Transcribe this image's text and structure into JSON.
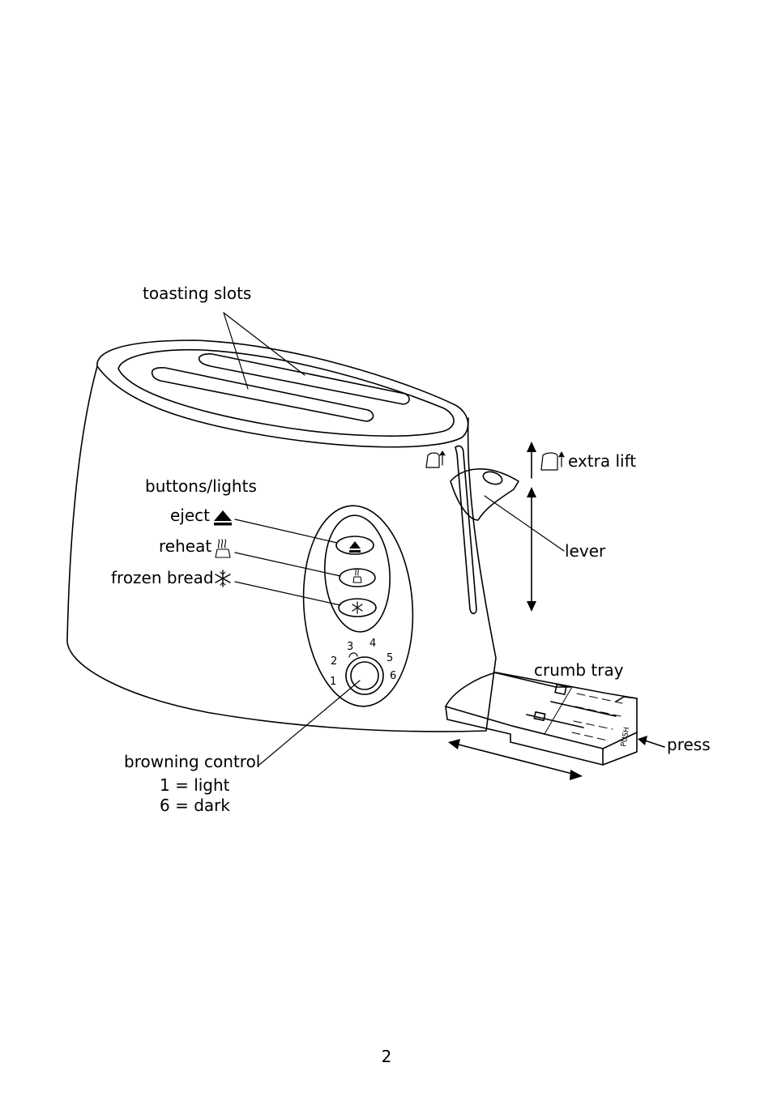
{
  "labels": {
    "toasting_slots": "toasting slots",
    "buttons_lights": "buttons/lights",
    "eject": "eject",
    "reheat": "reheat",
    "frozen_bread": "frozen bread",
    "extra_lift": "extra lift",
    "lever": "lever",
    "crumb_tray": "crumb tray",
    "press": "press",
    "browning_control": "browning control",
    "browning_light": "1 = light",
    "browning_dark": "6 = dark"
  },
  "dial_numbers": [
    "1",
    "2",
    "3",
    "4",
    "5",
    "6"
  ],
  "tray_text": "PUSH",
  "page_number": "2",
  "icons": {
    "eject": "eject-icon",
    "reheat": "reheat-icon",
    "frozen": "snowflake-icon",
    "extra_lift": "bread-lift-icon"
  },
  "colors": {
    "line": "#000000",
    "background": "#ffffff"
  }
}
